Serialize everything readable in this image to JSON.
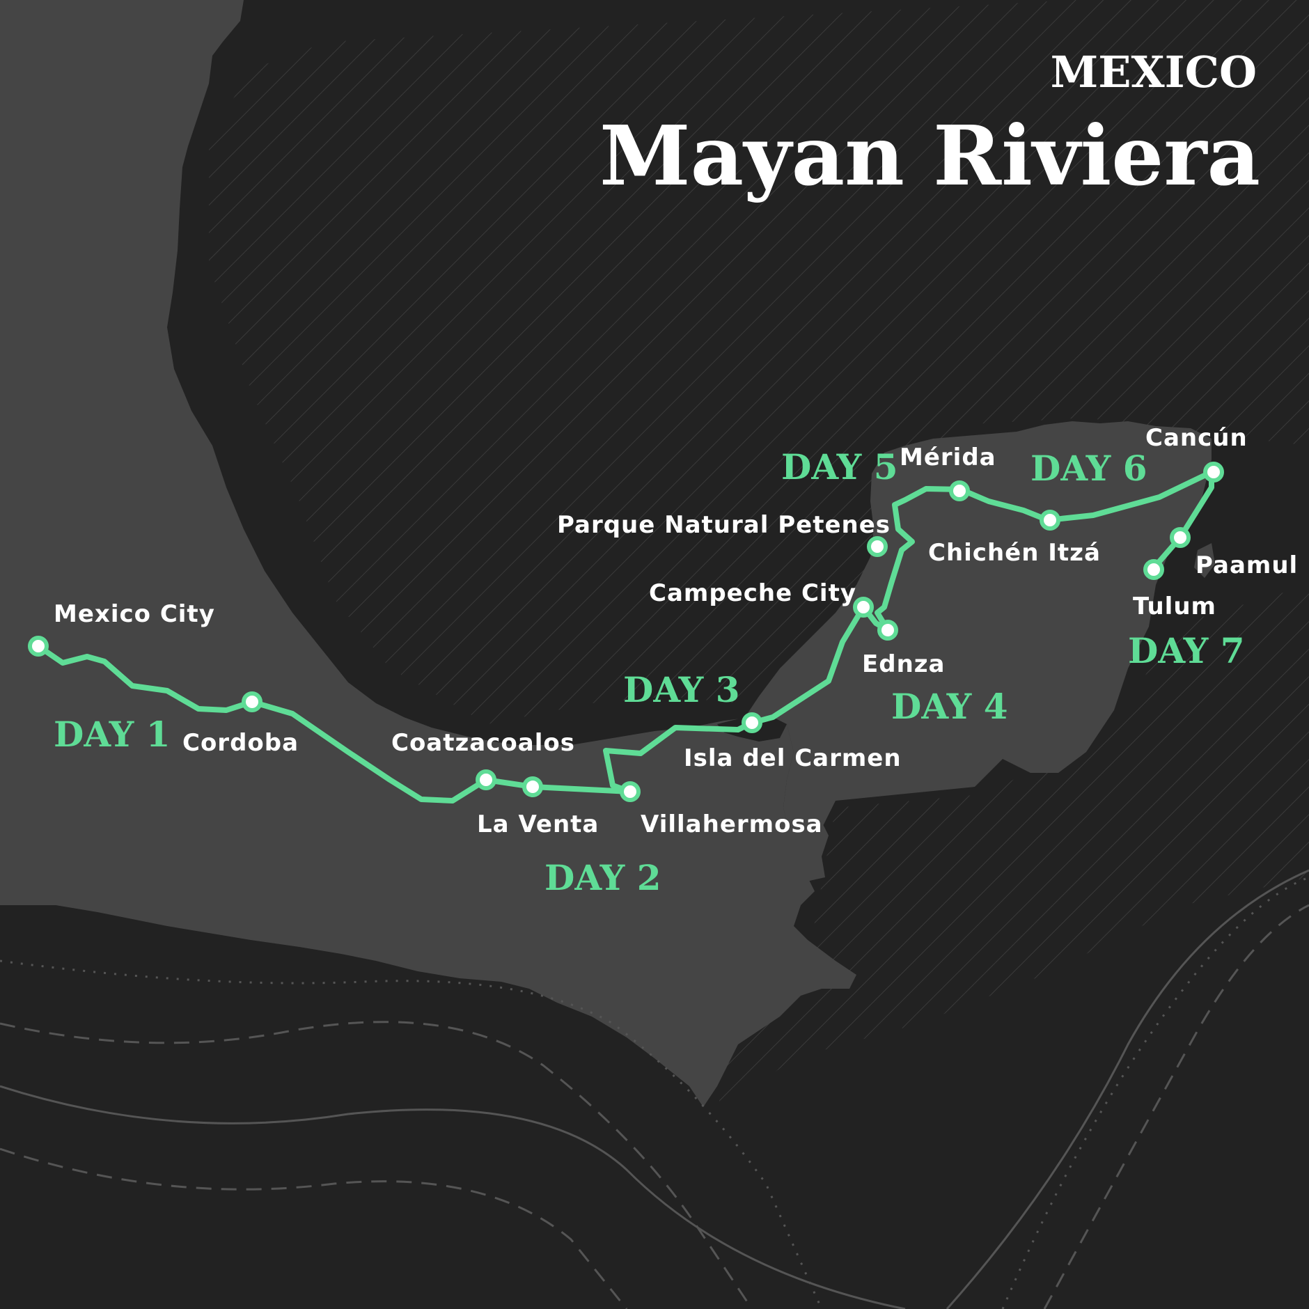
{
  "title": {
    "country": "MEXICO",
    "region": "Mayan Riviera"
  },
  "colors": {
    "background": "#222222",
    "land": "#454545",
    "route": "#5fdc96",
    "stop_fill": "#ffffff",
    "text": "#ffffff"
  },
  "places": [
    {
      "id": "mexico-city",
      "label": "Mexico City"
    },
    {
      "id": "cordoba",
      "label": "Cordoba"
    },
    {
      "id": "coatzacoalcos",
      "label": "Coatzacoalos"
    },
    {
      "id": "la-venta",
      "label": "La Venta"
    },
    {
      "id": "villahermosa",
      "label": "Villahermosa"
    },
    {
      "id": "isla-del-carmen",
      "label": "Isla del Carmen"
    },
    {
      "id": "campeche-city",
      "label": "Campeche City"
    },
    {
      "id": "ednza",
      "label": "Ednza"
    },
    {
      "id": "parque-natural-petenes",
      "label": "Parque Natural Petenes"
    },
    {
      "id": "merida",
      "label": "Mérida"
    },
    {
      "id": "chichen-itza",
      "label": "Chichén Itzá"
    },
    {
      "id": "cancun",
      "label": "Cancún"
    },
    {
      "id": "paamul",
      "label": "Paamul"
    },
    {
      "id": "tulum",
      "label": "Tulum"
    }
  ],
  "days": [
    "DAY 1",
    "DAY 2",
    "DAY 3",
    "DAY 4",
    "DAY 5",
    "DAY 6",
    "DAY 7"
  ]
}
